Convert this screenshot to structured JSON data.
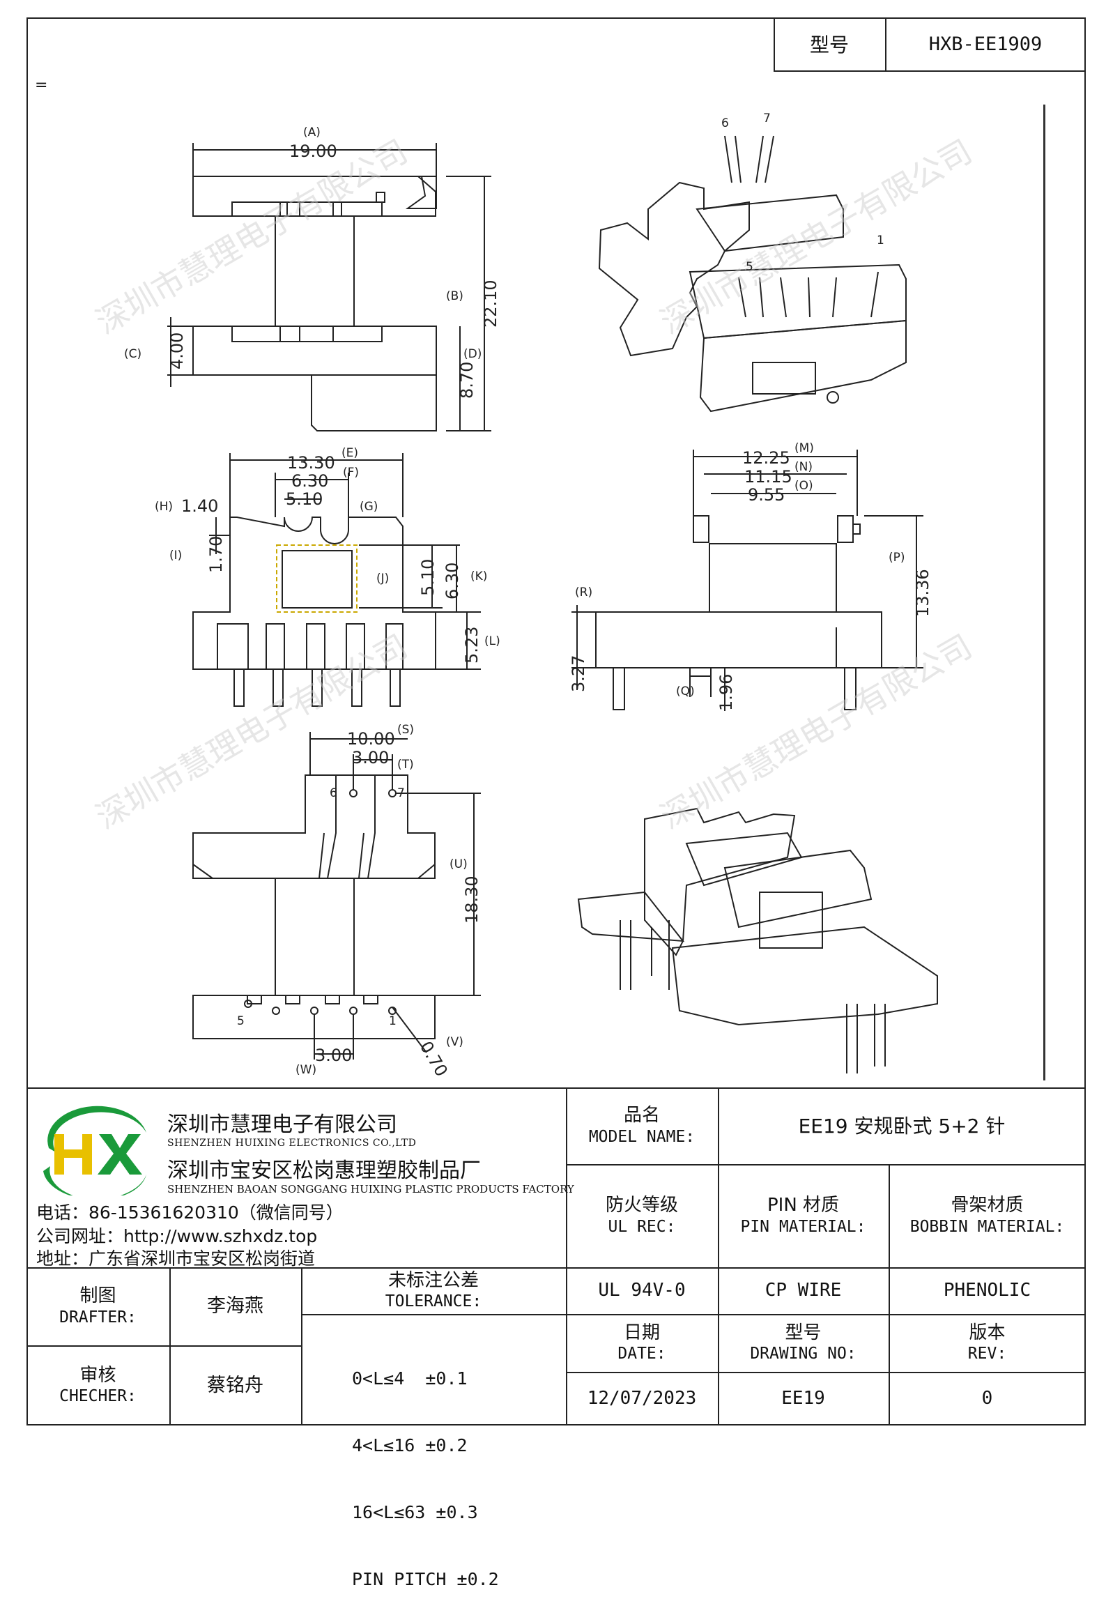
{
  "header": {
    "model_label": "型号",
    "model_value": "HXB-EE1909",
    "mark": "="
  },
  "watermark": "深圳市慧理电子有限公司",
  "drawings": {
    "dims": {
      "A": "(A)",
      "A_val": "19.00",
      "B": "(B)",
      "B_val": "22.10",
      "C": "(C)",
      "C_val": "4.00",
      "D": "(D)",
      "D_val": "8.70",
      "E": "(E)",
      "E_val": "13.30",
      "F": "(F)",
      "F_val": "6.30",
      "G": "(G)",
      "G_val": "5.10",
      "H": "(H)",
      "H_val": "1.40",
      "I": "(I)",
      "I_val": "1.70",
      "J": "(J)",
      "K": "(K)",
      "K_val1": "5.10",
      "K_val2": "6.30",
      "L": "(L)",
      "L_val": "5.23",
      "M": "(M)",
      "M_val": "12.25",
      "N": "(N)",
      "N_val": "11.15",
      "O": "(O)",
      "O_val": "9.55",
      "P": "(P)",
      "P_val": "13.36",
      "Q": "(Q)",
      "Q_val": "1.96",
      "R": "(R)",
      "R_val": "3.27",
      "S": "(S)",
      "S_val": "10.00",
      "T": "(T)",
      "T_val": "3.00",
      "U": "(U)",
      "U_val": "18.30",
      "V": "(V)",
      "V_val": "0.70",
      "W": "(W)",
      "W_val": "3.00"
    },
    "pins": {
      "p1": "1",
      "p5": "5",
      "p6": "6",
      "p7": "7"
    }
  },
  "company": {
    "name_cn": "深圳市慧理电子有限公司",
    "name_en": "SHENZHEN HUIXING ELECTRONICS CO.,LTD",
    "factory_cn": "深圳市宝安区松岗惠理塑胶制品厂",
    "factory_en": "SHENZHEN BAOAN SONGGANG HUIXING PLASTIC PRODUCTS FACTORY",
    "phone": "电话：86-15361620310（微信同号）",
    "website": "公司网址：http://www.szhxdz.top",
    "address": "地址：广东省深圳市宝安区松岗街道",
    "logo_text": "HX"
  },
  "title_block": {
    "model_name_cn": "品名",
    "model_name_en": "MODEL NAME:",
    "model_name_value": "EE19 安规卧式 5+2 针",
    "ul_rec_cn": "防火等级",
    "ul_rec_en": "UL REC:",
    "pin_material_cn": "PIN 材质",
    "pin_material_en": "PIN MATERIAL:",
    "bobbin_material_cn": "骨架材质",
    "bobbin_material_en": "BOBBIN MATERIAL:",
    "ul_value": "UL 94V-0",
    "pin_material_value": "CP WIRE",
    "bobbin_material_value": "PHENOLIC",
    "drafter_cn": "制图",
    "drafter_en": "DRAFTER:",
    "drafter_name": "李海燕",
    "checker_cn": "审核",
    "checker_en": "CHECHER:",
    "checker_name": "蔡铭舟",
    "tolerance_cn": "未标注公差",
    "tolerance_en": "TOLERANCE:",
    "tolerance_lines": [
      "0<L≤4  ±0.1",
      "4<L≤16 ±0.2",
      "16<L≤63 ±0.3",
      "PIN PITCH ±0.2"
    ],
    "date_cn": "日期",
    "date_en": "DATE:",
    "date_value": "12/07/2023",
    "drawing_no_cn": "型号",
    "drawing_no_en": "DRAWING NO:",
    "drawing_no_value": "EE19",
    "rev_cn": "版本",
    "rev_en": "REV:",
    "rev_value": "0"
  }
}
